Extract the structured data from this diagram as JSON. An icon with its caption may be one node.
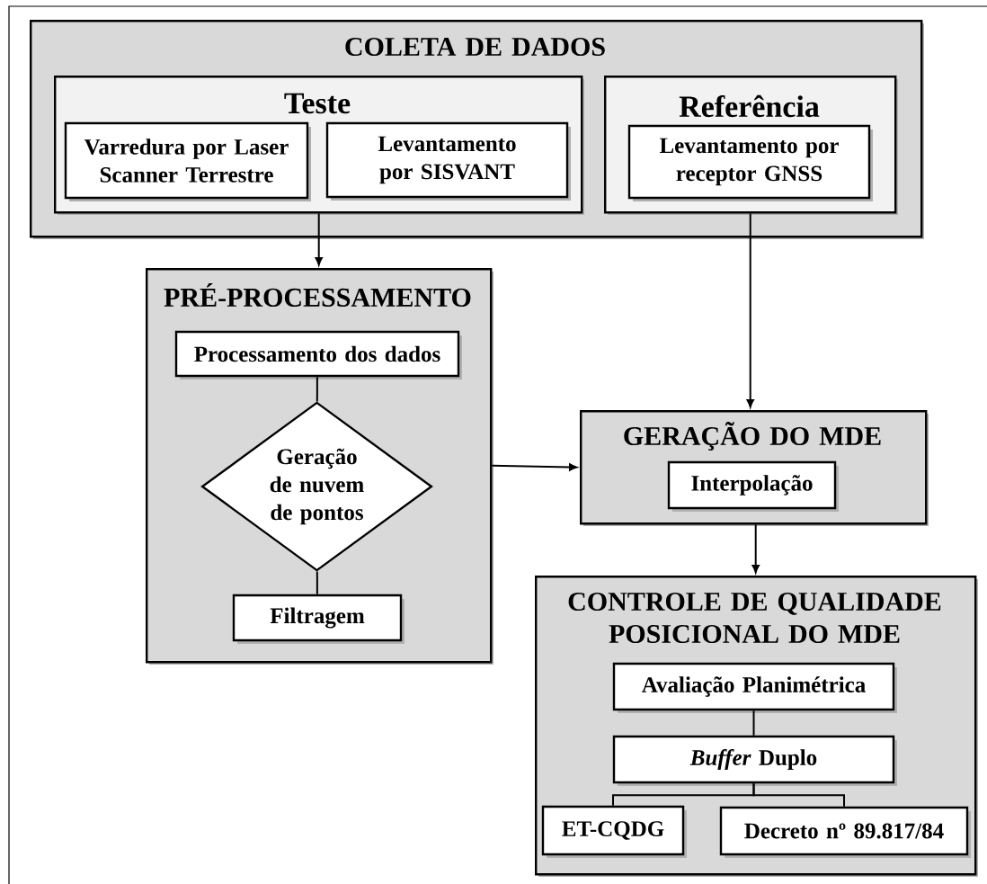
{
  "diagram": {
    "nodes": [
      {
        "text": [
          "COLETA DE DADOS"
        ]
      },
      {
        "text": [
          "Teste"
        ],
        "in": 0
      },
      {
        "text": [
          "Varredura por Laser Scanner Terrestre"
        ],
        "in": 1
      },
      {
        "text": [
          "Levantamento por SISVANT"
        ],
        "in": 1
      },
      {
        "text": [
          "Referência"
        ],
        "in": 0
      },
      {
        "text": [
          "Levantamento por receptor GNSS"
        ],
        "in": 4
      },
      {
        "text": [
          "PRÉ-PROCESSAMENTO"
        ]
      },
      {
        "text": [
          "Processamento dos dados"
        ],
        "in": 6
      },
      {
        "text": [
          "Geração de nuvem de pontos"
        ],
        "in": 6
      },
      {
        "text": [
          "Filtragem"
        ],
        "in": 6
      },
      {
        "text": [
          "GERAÇÃO DO MDE"
        ]
      },
      {
        "text": [
          "Interpolação"
        ],
        "in": 10
      },
      {
        "text": [
          "CONTROLE DE QUALIDADE POSICIONAL DO MDE"
        ]
      },
      {
        "text": [
          "Avaliação Planimétrica"
        ],
        "in": 12
      },
      {
        "text": [
          "*Buffer* Duplo"
        ],
        "in": 12
      },
      {
        "text": [
          "ET-CQDG"
        ],
        "in": 12
      },
      {
        "text": [
          "Decreto nº 89.817/84"
        ],
        "in": 12
      }
    ],
    "edges": [
      {
        "from": 1,
        "to": 6,
        "arrow": "to"
      },
      {
        "from": 4,
        "to": 10,
        "arrow": "to"
      },
      {
        "from": 6,
        "to": 10,
        "arrow": "to"
      },
      {
        "from": 10,
        "to": 12,
        "arrow": "to"
      },
      {
        "from": 7,
        "to": 8,
        "arrow": "none"
      },
      {
        "from": 8,
        "to": 9,
        "arrow": "none"
      },
      {
        "from": 13,
        "to": 14,
        "arrow": "none"
      },
      {
        "from": 14,
        "to": 15,
        "arrow": "none"
      },
      {
        "from": 14,
        "to": 16,
        "arrow": "none"
      }
    ]
  }
}
